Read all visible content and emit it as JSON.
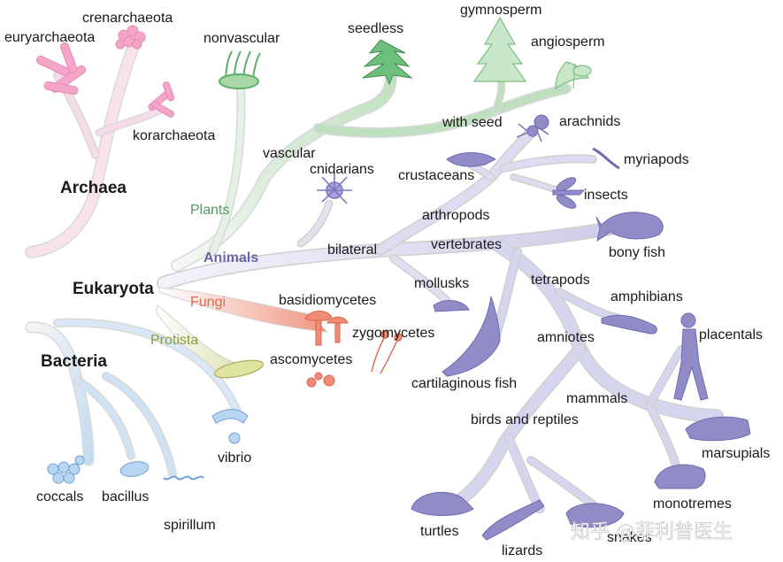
{
  "groups": {
    "archaea": {
      "label": "Archaea",
      "color": "#f3a6c8"
    },
    "eukaryota": {
      "label": "Eukaryota"
    },
    "bacteria": {
      "label": "Bacteria",
      "color": "#9cc4ea"
    },
    "plants": {
      "label": "Plants",
      "color": "#4f9a5a"
    },
    "animals": {
      "label": "Animals",
      "color": "#6a66a8"
    },
    "fungi": {
      "label": "Fungi",
      "color": "#e56a50"
    },
    "protista": {
      "label": "Protista",
      "color": "#8f9a3e"
    }
  },
  "archaea": {
    "euryarchaeota": "euryarchaeota",
    "crenarchaeota": "crenarchaeota",
    "korarchaeota": "korarchaeota"
  },
  "plants": {
    "nonvascular": "nonvascular",
    "vascular": "vascular",
    "seedless": "seedless",
    "with_seed": "with seed",
    "gymnosperm": "gymnosperm",
    "angiosperm": "angiosperm"
  },
  "animals": {
    "cnidarians": "cnidarians",
    "bilateral": "bilateral",
    "arthropods": "arthropods",
    "crustaceans": "crustaceans",
    "arachnids": "arachnids",
    "myriapods": "myriapods",
    "insects": "insects",
    "mollusks": "mollusks",
    "vertebrates": "vertebrates",
    "bony_fish": "bony fish",
    "cartilaginous_fish": "cartilaginous fish",
    "tetrapods": "tetrapods",
    "amphibians": "amphibians",
    "amniotes": "amniotes",
    "mammals": "mammals",
    "placentals": "placentals",
    "marsupials": "marsupials",
    "monotremes": "monotremes",
    "birds_and_reptiles": "birds and reptiles",
    "turtles": "turtles",
    "lizards": "lizards",
    "snakes": "snakes"
  },
  "fungi": {
    "basidiomycetes": "basidiomycetes",
    "zygomycetes": "zygomycetes",
    "ascomycetes": "ascomycetes"
  },
  "bacteria": {
    "coccals": "coccals",
    "bacillus": "bacillus",
    "spirillum": "spirillum",
    "vibrio": "vibrio"
  },
  "watermark": "知乎 @菲利普医生"
}
